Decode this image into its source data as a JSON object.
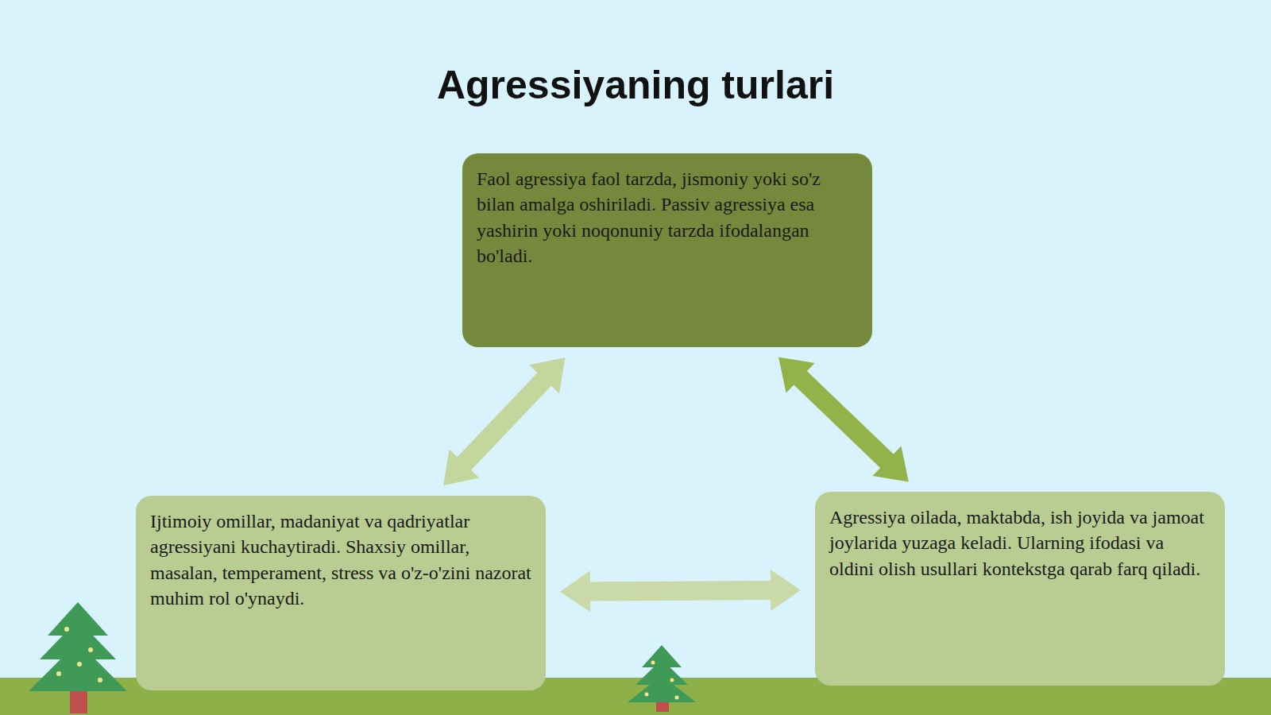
{
  "diagram": {
    "title": "Agressiyaning turlari",
    "nodes": [
      {
        "text": [
          "Faol agressiya faol tarzda, jismoniy yoki so'z bilan amalga oshiriladi. Passiv agressiya esa yashirin yoki noqonuniy tarzda ifodalangan bo'ladi."
        ]
      },
      {
        "text": [
          "Ijtimoiy omillar, madaniyat va qadriyatlar agressiyani kuchaytiradi. Shaxsiy omillar, masalan, temperament, stress va o'z-o'zini nazorat muhim rol o'ynaydi."
        ]
      },
      {
        "text": [
          "Agressiya oilada, maktabda, ish joyida va jamoat joylarida yuzaga keladi. Ularning ifodasi va oldini olish usullari kontekstga qarab farq qiladi."
        ]
      }
    ],
    "edges": [
      {
        "from": 1,
        "to": 0,
        "arrow": "both"
      },
      {
        "from": 0,
        "to": 2,
        "arrow": "both"
      },
      {
        "from": 1,
        "to": 2,
        "arrow": "both"
      }
    ]
  }
}
